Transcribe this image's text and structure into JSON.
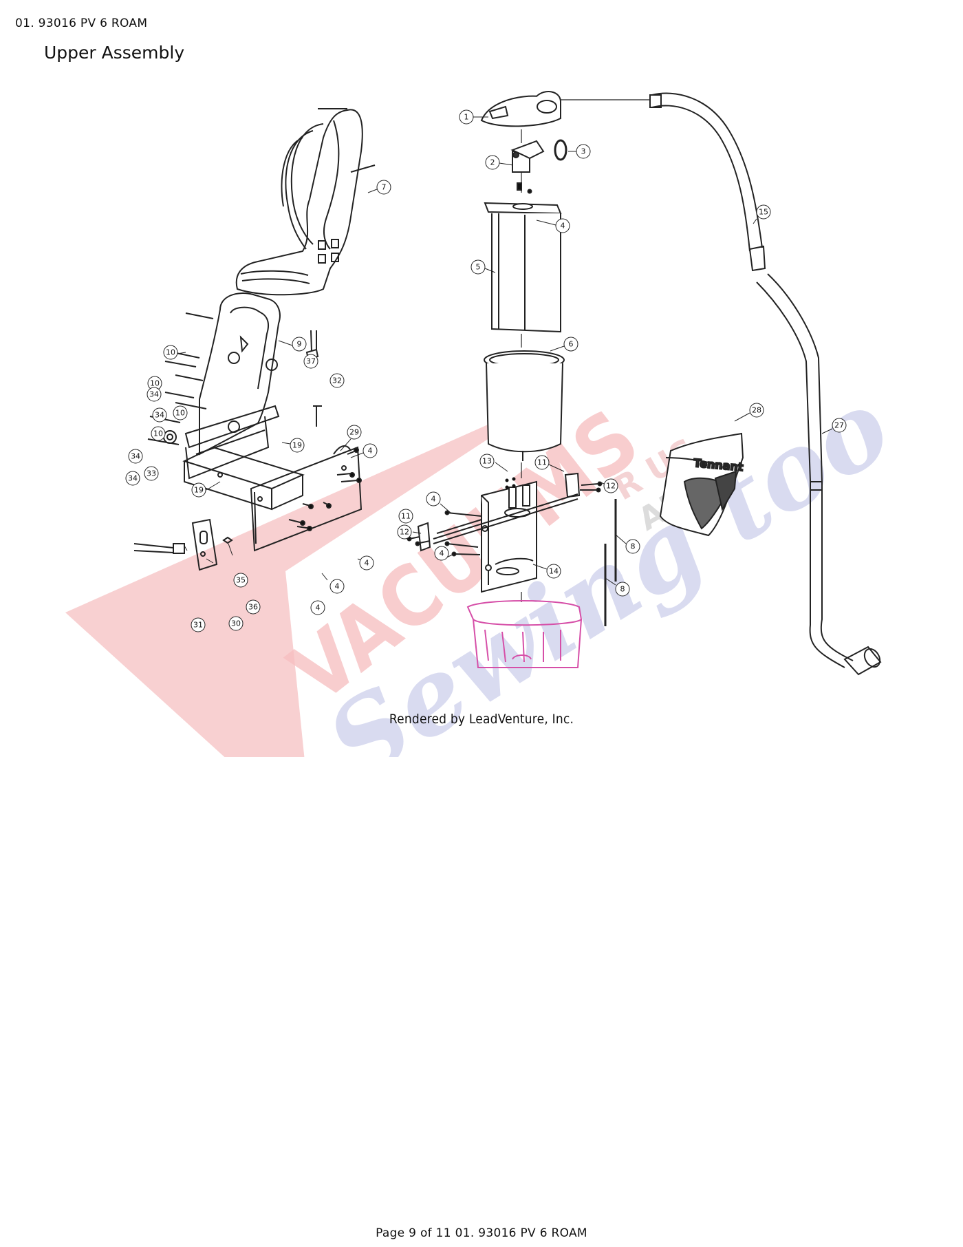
{
  "header": {
    "doc_id": "01. 93016 PV 6 ROAM",
    "section_title": "Upper Assembly"
  },
  "diagram": {
    "callouts": [
      {
        "label": "1"
      },
      {
        "label": "2"
      },
      {
        "label": "3"
      },
      {
        "label": "4"
      },
      {
        "label": "7"
      },
      {
        "label": "15"
      },
      {
        "label": "4"
      },
      {
        "label": "5"
      },
      {
        "label": "10"
      },
      {
        "label": "9"
      },
      {
        "label": "37"
      },
      {
        "label": "32"
      },
      {
        "label": "6"
      },
      {
        "label": "10"
      },
      {
        "label": "34"
      },
      {
        "label": "10"
      },
      {
        "label": "34"
      },
      {
        "label": "10"
      },
      {
        "label": "28"
      },
      {
        "label": "27"
      },
      {
        "label": "13"
      },
      {
        "label": "11"
      },
      {
        "label": "12"
      },
      {
        "label": "34"
      },
      {
        "label": "33"
      },
      {
        "label": "34"
      },
      {
        "label": "29"
      },
      {
        "label": "4"
      },
      {
        "label": "19"
      },
      {
        "label": "4"
      },
      {
        "label": "11"
      },
      {
        "label": "12"
      },
      {
        "label": "8"
      },
      {
        "label": "19"
      },
      {
        "label": "4"
      },
      {
        "label": "4"
      },
      {
        "label": "14"
      },
      {
        "label": "8"
      },
      {
        "label": "35"
      },
      {
        "label": "4"
      },
      {
        "label": "4"
      },
      {
        "label": "36"
      },
      {
        "label": "31"
      },
      {
        "label": "30"
      }
    ],
    "watermark": {
      "line1": "VACUUMS",
      "line2": "Sewing too",
      "small1": "R US",
      "small2": "AND",
      "red": "#e8333a",
      "blue": "#9fa6d8"
    },
    "bucket_highlight_color": "#d64fa8",
    "credit": "Rendered by LeadVenture, Inc."
  },
  "footer": {
    "text": "Page 9 of 11 01. 93016 PV 6 ROAM"
  }
}
